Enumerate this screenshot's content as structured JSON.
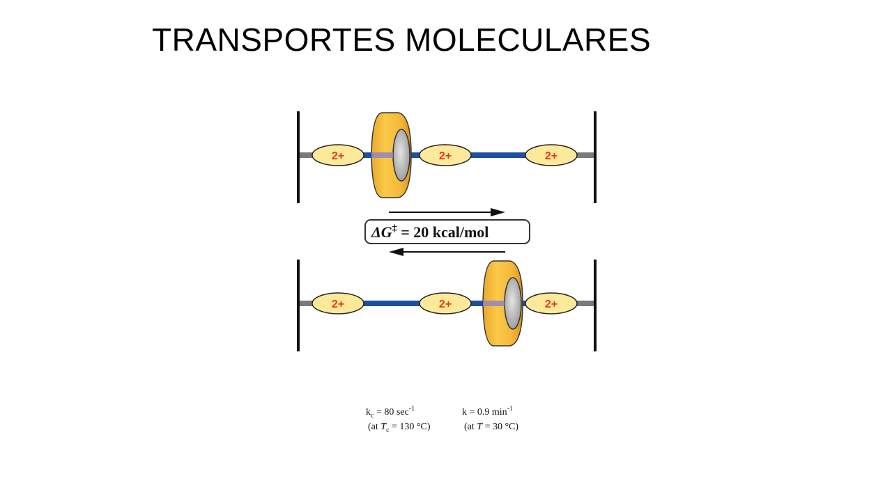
{
  "slide": {
    "title": "TRANSPORTES MOLECULARES"
  },
  "diagram": {
    "station_label": "2+",
    "energy": {
      "delta": "ΔG",
      "dagger": "‡",
      "value": " = 20 kcal/mol"
    },
    "kinetics": {
      "left": {
        "k": "k",
        "k_sub": "c",
        "eq": " = 80 sec",
        "exp": "-1",
        "cond_open": "(at ",
        "T": "T",
        "T_sub": "c",
        "cond_rest": " = 130 °C)"
      },
      "right": {
        "k": "k",
        "eq": " = 0.9 min",
        "exp": "-1",
        "cond_open": "(at ",
        "T": "T",
        "cond_rest": " = 30 °C)"
      }
    },
    "colors": {
      "axle": "#1f4fa0",
      "stopper_axle": "#7a7a7a",
      "station_fill": "#fde99a",
      "station_text": "#e03a1c",
      "ring": "#f6bc3c",
      "ring_dark": "#d9951a",
      "ring_window": "#c9c9c9",
      "stopper": "#111111"
    }
  }
}
